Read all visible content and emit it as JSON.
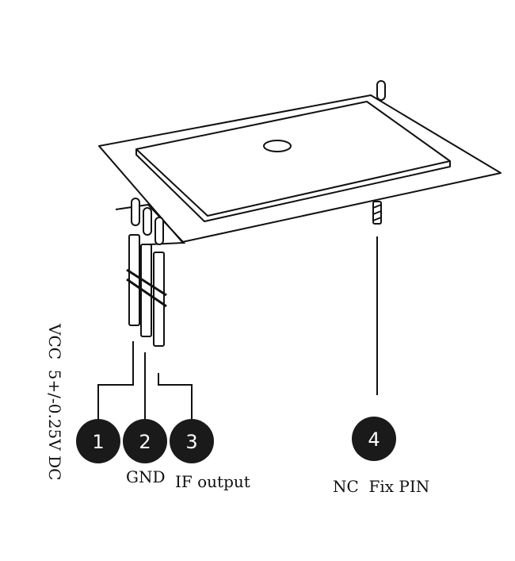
{
  "pins": [
    {
      "number": "1",
      "label": "VCC  5+/-0.25V DC"
    },
    {
      "number": "2",
      "label": "GND"
    },
    {
      "number": "3",
      "label": "IF output"
    },
    {
      "number": "4",
      "label": "NC  Fix PIN"
    }
  ],
  "colors": {
    "line": "#111111",
    "badge": "#1a1a1a",
    "badge_text": "#ffffff",
    "background": "#ffffff"
  }
}
